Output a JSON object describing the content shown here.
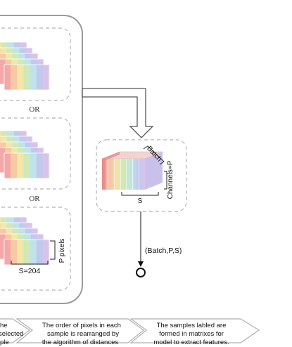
{
  "separators": [
    "OR",
    "OR"
  ],
  "stack_labels": {
    "p_pixels": "P pixels",
    "s_value": "S=204"
  },
  "cube_labels": {
    "batch": "Batch",
    "channels": "Channels=P",
    "s": "S"
  },
  "arrow_label": "(Batch,P,S)",
  "steps": [
    {
      "lines": [
        "he",
        "selected",
        "ple"
      ]
    },
    {
      "lines": [
        "The order of pixels in each",
        "sample is rearranged by",
        "the algorithm of distances"
      ]
    },
    {
      "lines": [
        "The samples labled are",
        "formed in matrixes for",
        "model to extract features."
      ]
    }
  ],
  "colors": [
    "#f4a9a8",
    "#f7c9a4",
    "#f3e6a7",
    "#cfe9b7",
    "#bfe3e9",
    "#c2c9ee",
    "#d9c3ea"
  ]
}
